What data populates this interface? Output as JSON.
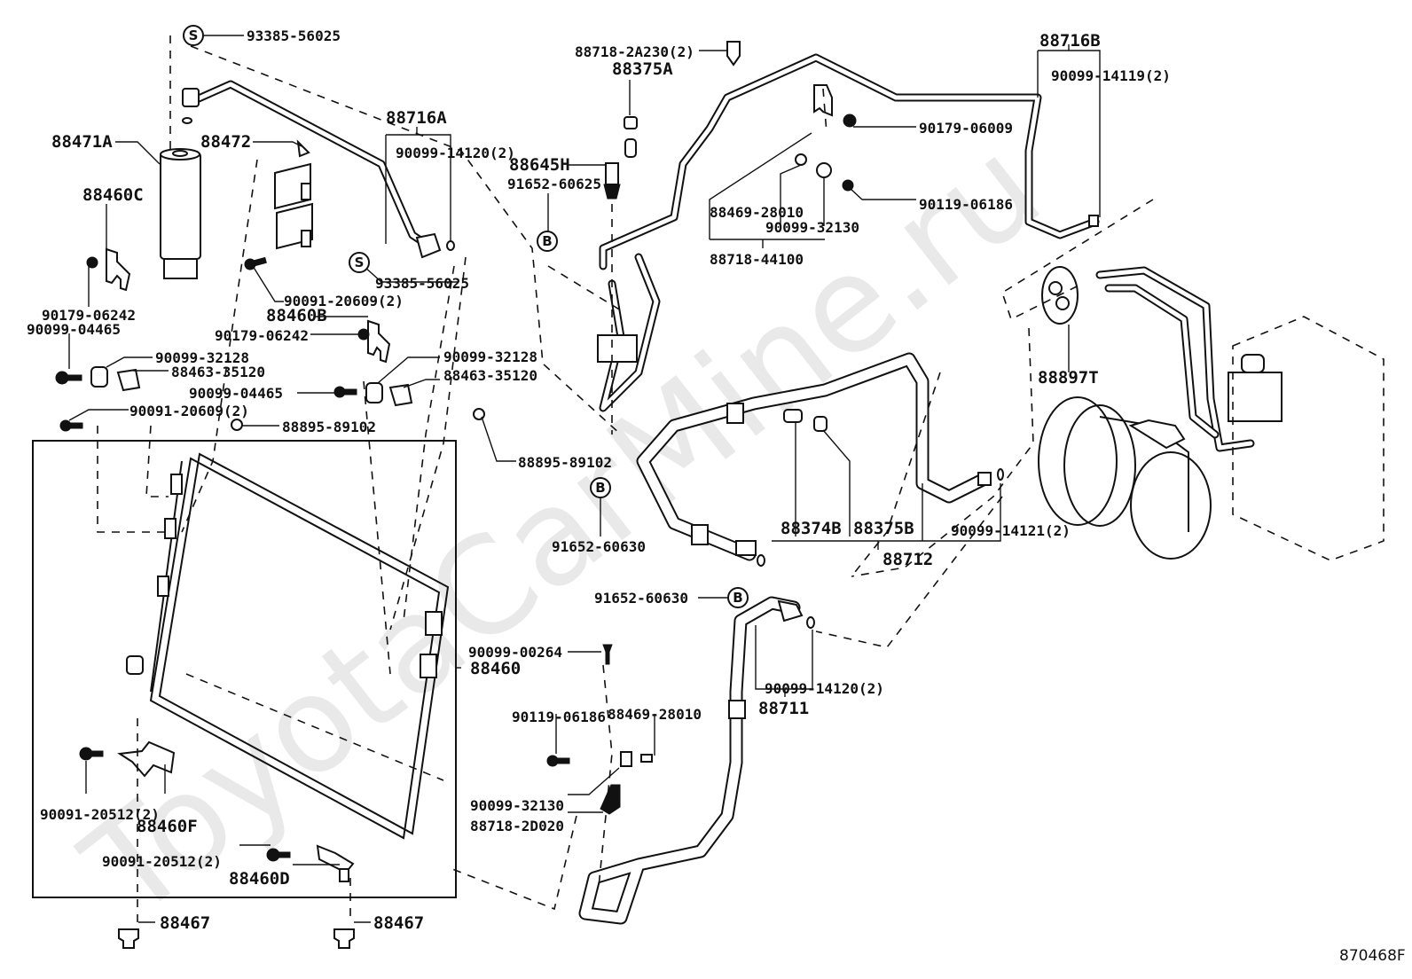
{
  "diagram": {
    "type": "exploded parts diagram",
    "subject": "Air conditioner condenser, receiver, piping and compressor",
    "watermark": "ToyotaCarMine.ru",
    "figure_code": "870468F",
    "circle_markers": {
      "S": "S",
      "B": "B"
    },
    "labels": {
      "l_93385_56025_top": "93385-56025",
      "l_88471A": "88471A",
      "l_88472": "88472",
      "l_88716A": "88716A",
      "l_90099_14120_a": "90099-14120(2)",
      "l_88460C": "88460C",
      "l_93385_56025_mid": "93385-56025",
      "l_90091_20609_a": "90091-20609(2)",
      "l_90179_06242_a": "90179-06242",
      "l_90099_04465_a": "90099-04465",
      "l_88460B": "88460B",
      "l_90179_06242_b": "90179-06242",
      "l_90099_32128_a": "90099-32128",
      "l_88463_35120_a": "88463-35120",
      "l_90099_32128_b": "90099-32128",
      "l_88463_35120_b": "88463-35120",
      "l_90099_04465_b": "90099-04465",
      "l_90091_20609_b": "90091-20609(2)",
      "l_88895_89102_a": "88895-89102",
      "l_88895_89102_b": "88895-89102",
      "l_88718_2A230": "88718-2A230(2)",
      "l_88375A": "88375A",
      "l_88645H": "88645H",
      "l_91652_60625": "91652-60625",
      "l_88716B": "88716B",
      "l_90099_14119": "90099-14119(2)",
      "l_90179_06009": "90179-06009",
      "l_90119_06186_a": "90119-06186",
      "l_88469_28010_a": "88469-28010",
      "l_90099_32130_a": "90099-32130",
      "l_88718_44100": "88718-44100",
      "l_88897T": "88897T",
      "l_91652_60630_a": "91652-60630",
      "l_88374B": "88374B",
      "l_88375B": "88375B",
      "l_88712": "88712",
      "l_90099_14121": "90099-14121(2)",
      "l_91652_60630_b": "91652-60630",
      "l_90099_00264": "90099-00264",
      "l_88460": "88460",
      "l_90119_06186_b": "90119-06186",
      "l_88469_28010_b": "88469-28010",
      "l_90099_14120_b": "90099-14120(2)",
      "l_88711": "88711",
      "l_90099_32130_b": "90099-32130",
      "l_88718_2D020": "88718-2D020",
      "l_90091_20512_a": "90091-20512(2)",
      "l_88460F": "88460F",
      "l_90091_20512_b": "90091-20512(2)",
      "l_88460D": "88460D",
      "l_88467_a": "88467",
      "l_88467_b": "88467"
    }
  }
}
